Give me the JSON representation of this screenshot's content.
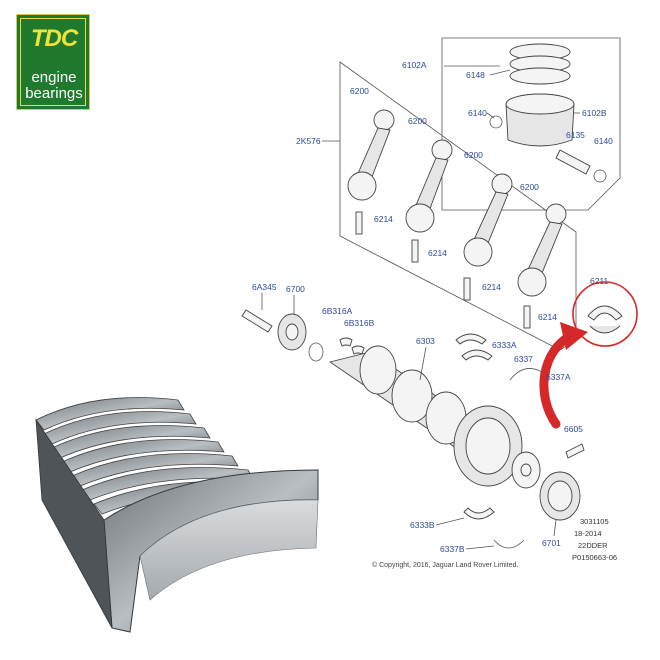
{
  "logo": {
    "brand": "TDC",
    "line1": "engine",
    "line2": "bearings"
  },
  "callouts": {
    "p6102A": "6102A",
    "p6148": "6148",
    "p6140a": "6140",
    "p6102B": "6102B",
    "p6135": "6135",
    "p6140b": "6140",
    "p2K576": "2K576",
    "p6200a": "6200",
    "p6200b": "6200",
    "p6200c": "6200",
    "p6200d": "6200",
    "p6214a": "6214",
    "p6214b": "6214",
    "p6214c": "6214",
    "p6214d": "6214",
    "p6211": "6211",
    "p6A345": "6A345",
    "p6700": "6700",
    "p6B316A": "6B316A",
    "p6B316B": "6B316B",
    "p6303": "6303",
    "p6333A": "6333A",
    "p6337": "6337",
    "p6337A": "6337A",
    "p6605": "6605",
    "p6333B": "6333B",
    "p6337B": "6337B",
    "p6701": "6701"
  },
  "copyright": "© Copyright, 2016, Jaguar Land Rover Limited.",
  "ref": {
    "line1": "3031105",
    "line2": "18-2014",
    "line3": "22DDER",
    "line4": "P0150663-06"
  },
  "colors": {
    "logo_bg": "#1f7a2e",
    "logo_text": "#f2e23a",
    "callout": "#2d4a9b",
    "highlight": "#d62828"
  }
}
